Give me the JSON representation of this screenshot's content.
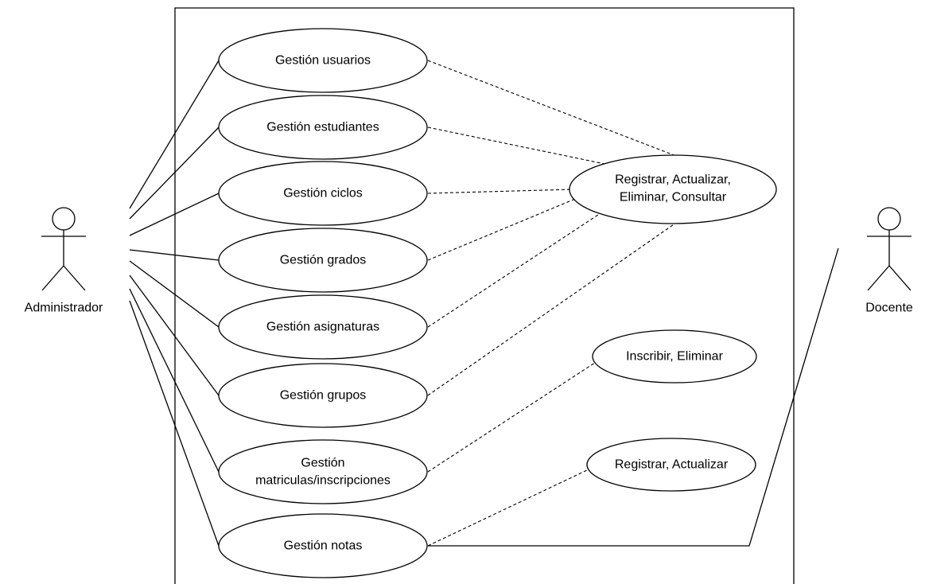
{
  "actors": {
    "admin": "Administrador",
    "docente": "Docente"
  },
  "use_cases": {
    "usuarios": "Gestión usuarios",
    "estudiantes": "Gestión estudiantes",
    "ciclos": "Gestión ciclos",
    "grados": "Gestión grados",
    "asignaturas": "Gestión asignaturas",
    "grupos": "Gestión grupos",
    "matriculas_line1": "Gestión",
    "matriculas_line2": "matriculas/inscripciones",
    "notas": "Gestión notas"
  },
  "operations": {
    "crud_line1": "Registrar, Actualizar,",
    "crud_line2": "Eliminar, Consultar",
    "inscribir": "Inscribir, Eliminar",
    "registrar": "Registrar, Actualizar"
  }
}
